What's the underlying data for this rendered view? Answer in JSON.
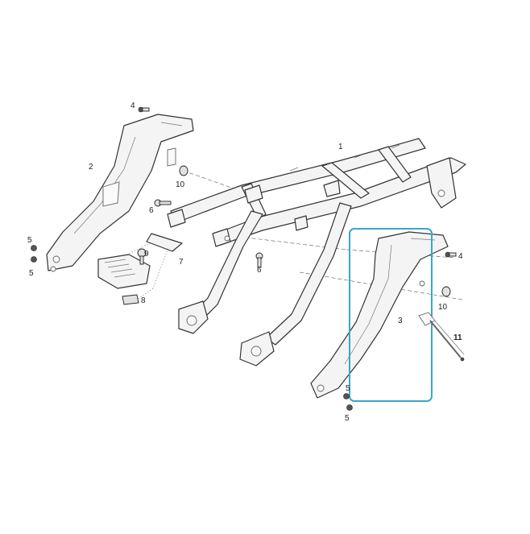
{
  "diagram": {
    "callouts": [
      {
        "id": "c1",
        "label": "1"
      },
      {
        "id": "c2",
        "label": "2"
      },
      {
        "id": "c3",
        "label": "3"
      },
      {
        "id": "c4a",
        "label": "4"
      },
      {
        "id": "c4b",
        "label": "4"
      },
      {
        "id": "c5a",
        "label": "5"
      },
      {
        "id": "c5b",
        "label": "5"
      },
      {
        "id": "c5c",
        "label": "5"
      },
      {
        "id": "c5d",
        "label": "5"
      },
      {
        "id": "c6a",
        "label": "6"
      },
      {
        "id": "c6b",
        "label": "6"
      },
      {
        "id": "c7",
        "label": "7"
      },
      {
        "id": "c8",
        "label": "8"
      },
      {
        "id": "c9",
        "label": "9"
      },
      {
        "id": "c10a",
        "label": "10"
      },
      {
        "id": "c10b",
        "label": "10"
      },
      {
        "id": "c11",
        "label": "11"
      }
    ],
    "highlight_color": "#3aa6c9",
    "highlighted_part": "3"
  }
}
